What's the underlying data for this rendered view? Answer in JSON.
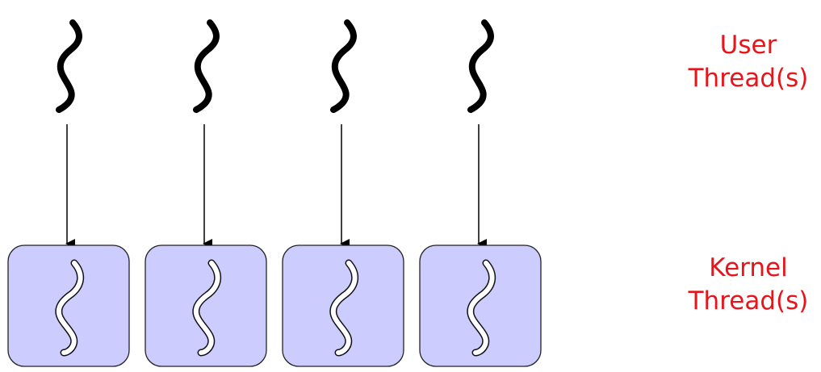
{
  "colors": {
    "user_thread": "#000000",
    "kernel_box_fill": "#ccccff",
    "kernel_box_stroke": "#222222",
    "kernel_thread_fill": "#ffffff",
    "kernel_thread_stroke": "#111111",
    "arrow": "#000000",
    "label_text": "#e8141a"
  },
  "icons": {
    "user_thread": "squiggle-thread-icon",
    "kernel_thread": "outlined-squiggle-thread-icon",
    "mapping": "down-arrow"
  },
  "labels": {
    "user": [
      "User",
      "Thread(s)"
    ],
    "kernel": [
      "Kernel",
      "Thread(s)"
    ]
  },
  "mapping": {
    "type": "one-to-one",
    "user_thread_count": 4,
    "kernel_thread_count": 4,
    "pairs": [
      [
        1,
        1
      ],
      [
        2,
        2
      ],
      [
        3,
        3
      ],
      [
        4,
        4
      ]
    ]
  }
}
